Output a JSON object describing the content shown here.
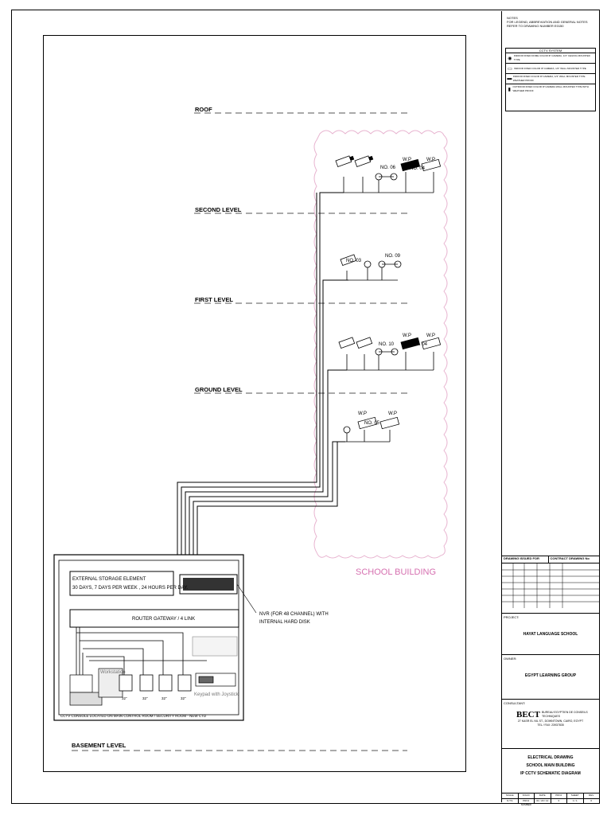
{
  "notes": {
    "heading": "NOTES",
    "text": "FOR LEGEND, ABBREVIATION AND GENERAL NOTES REFER TO DRAWING NUMBER E0150"
  },
  "legend": {
    "title": "CCTV SYSTEM",
    "items": [
      "INDOOR FIXED DOME COLOR IP CAMERA, 1/3\" CEILING MOUNTED TYPE",
      "INDOOR FIXED COLOR IP CAMERA, 1/3\" WALL MOUNTED TYPE",
      "INDOOR FIXED COLOR IP CAMERA, 1/3\" WALL MOUNTED TYPE WEATHER PROOF",
      "OUTDOOR FIXED COLOR IP CAMERA WALL MOUNTED TYPE WITH WEATHER PROOF"
    ]
  },
  "levels": {
    "roof": "ROOF",
    "second": "SECOND LEVEL",
    "first": "FIRST LEVEL",
    "ground": "GROUND LEVEL",
    "basement": "BASEMENT LEVEL"
  },
  "cameras": {
    "second_no": "NO. 06",
    "second_wp1": "W.P",
    "second_wp2": "W.P",
    "second_no2": "NO. 04",
    "first_no1": "NO. 03",
    "first_no2": "NO. 09",
    "ground_no1": "NO. 10",
    "ground_no2": "NO. 04",
    "ground_wp1": "W.P",
    "ground_wp2": "W.P",
    "basement_no": "NO. 05",
    "basement_wp1": "W.P",
    "basement_wp2": "W.P"
  },
  "building_label": "SCHOOL BUILDING",
  "control_room": {
    "storage_line1": "EXTERNAL STORAGE ELEMENT",
    "storage_line2": "30 DAYS, 7 DAYS PER WEEK , 24 HOURS PER DAY.",
    "router": "ROUTER GATEWAY  /  4 LINK",
    "nvr_line1": "NVR (FOR 48 CHANNEL) WITH",
    "nvr_line2": "INTERNAL HARD DISK",
    "workstation": "Workstation",
    "keypad": "Keypad with Joystick",
    "monitor_labels": [
      "32\"",
      "32\"",
      "32\"",
      "32\""
    ],
    "footer": "CCTV CONSOLE LOCATED ON MAIN CONTROL ROOM / SECURITY ROOM  -  NEW CTD"
  },
  "title_block": {
    "drawing_issued": "DRAWING ISSUED FOR",
    "drawing_number": "CONTRACT DRAWING No",
    "project_label": "PROJECT:",
    "project": "HAYAT LANGUAGE SCHOOL",
    "owner_label": "OWNER:",
    "owner": "EGYPT LEARNING GROUP",
    "consultant_label": "CONSULTANT:",
    "consultant_logo": "BECT",
    "consultant_name": "BUREAU EGYPTIEN DE CONSEILS TECHNIQUES",
    "consultant_addr1": "27 KASR EL NIL ST., DOWNTOWN, CAIRO, EGYPT",
    "consultant_addr2": "TEL / FAX: 23937835",
    "title_line1": "ELECTRICAL DRAWING",
    "title_line2": "SCHOOL MAIN BUILDING",
    "title_line3": "IP CCTV SCHEMATIC DIAGRAM",
    "col_headers": [
      "SCALE",
      "FOLIO",
      "DATE",
      "PROJ",
      "SHEET",
      "REV"
    ],
    "col_values": [
      "N.T.S",
      "PROJ NUMBER",
      "01 / 20 / 12",
      "3",
      "1 / 1",
      "0"
    ]
  },
  "colors": {
    "line": "#000000",
    "building_outline": "#e8b4d0",
    "building_label": "#d670b0",
    "level_dash": "#555555"
  }
}
